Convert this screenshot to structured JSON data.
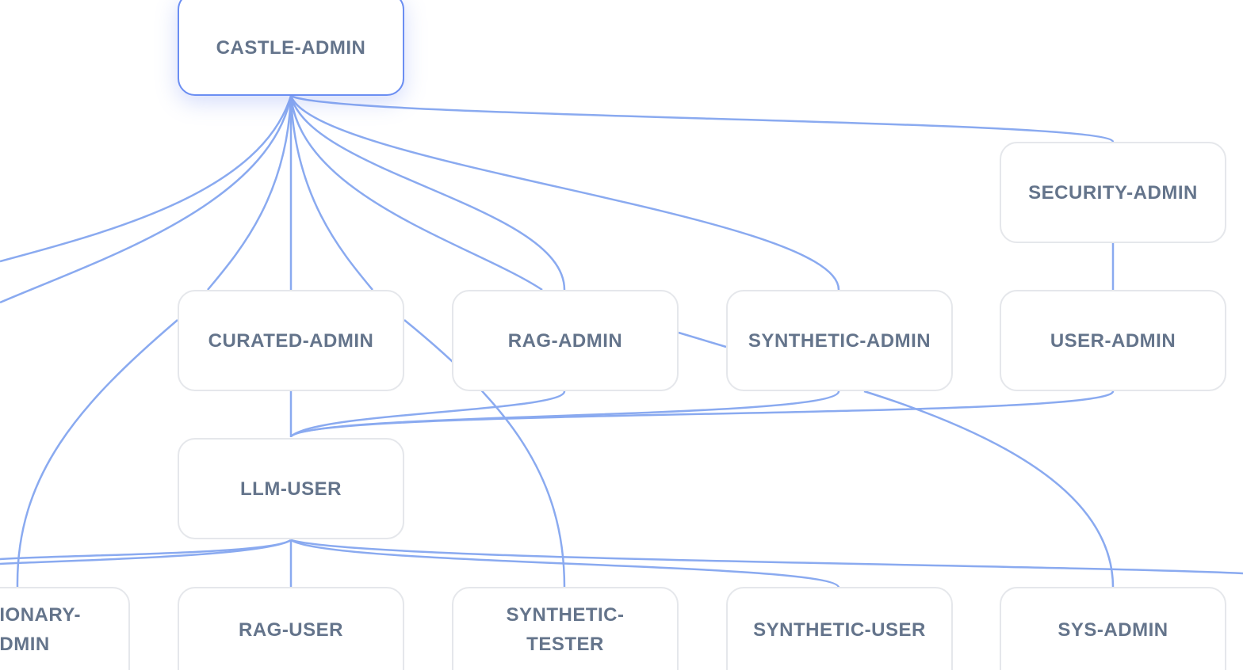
{
  "diagram": {
    "edge_color": "#8aaaf0",
    "selected_color": "#6b8ef2",
    "node_text_color": "#64748b",
    "nodes": {
      "castle_admin": "CASTLE-ADMIN",
      "security_admin": "SECURITY-ADMIN",
      "curated_admin": "CURATED-ADMIN",
      "rag_admin": "RAG-ADMIN",
      "synthetic_admin": "SYNTHETIC-ADMIN",
      "user_admin": "USER-ADMIN",
      "llm_user": "LLM-USER",
      "dictionary_admin_partial": "IONARY-\nDMIN",
      "rag_user": "RAG-USER",
      "synthetic_tester": "SYNTHETIC-\nTESTER",
      "synthetic_user": "SYNTHETIC-USER",
      "sys_admin": "SYS-ADMIN"
    },
    "selected_node": "CASTLE-ADMIN"
  }
}
